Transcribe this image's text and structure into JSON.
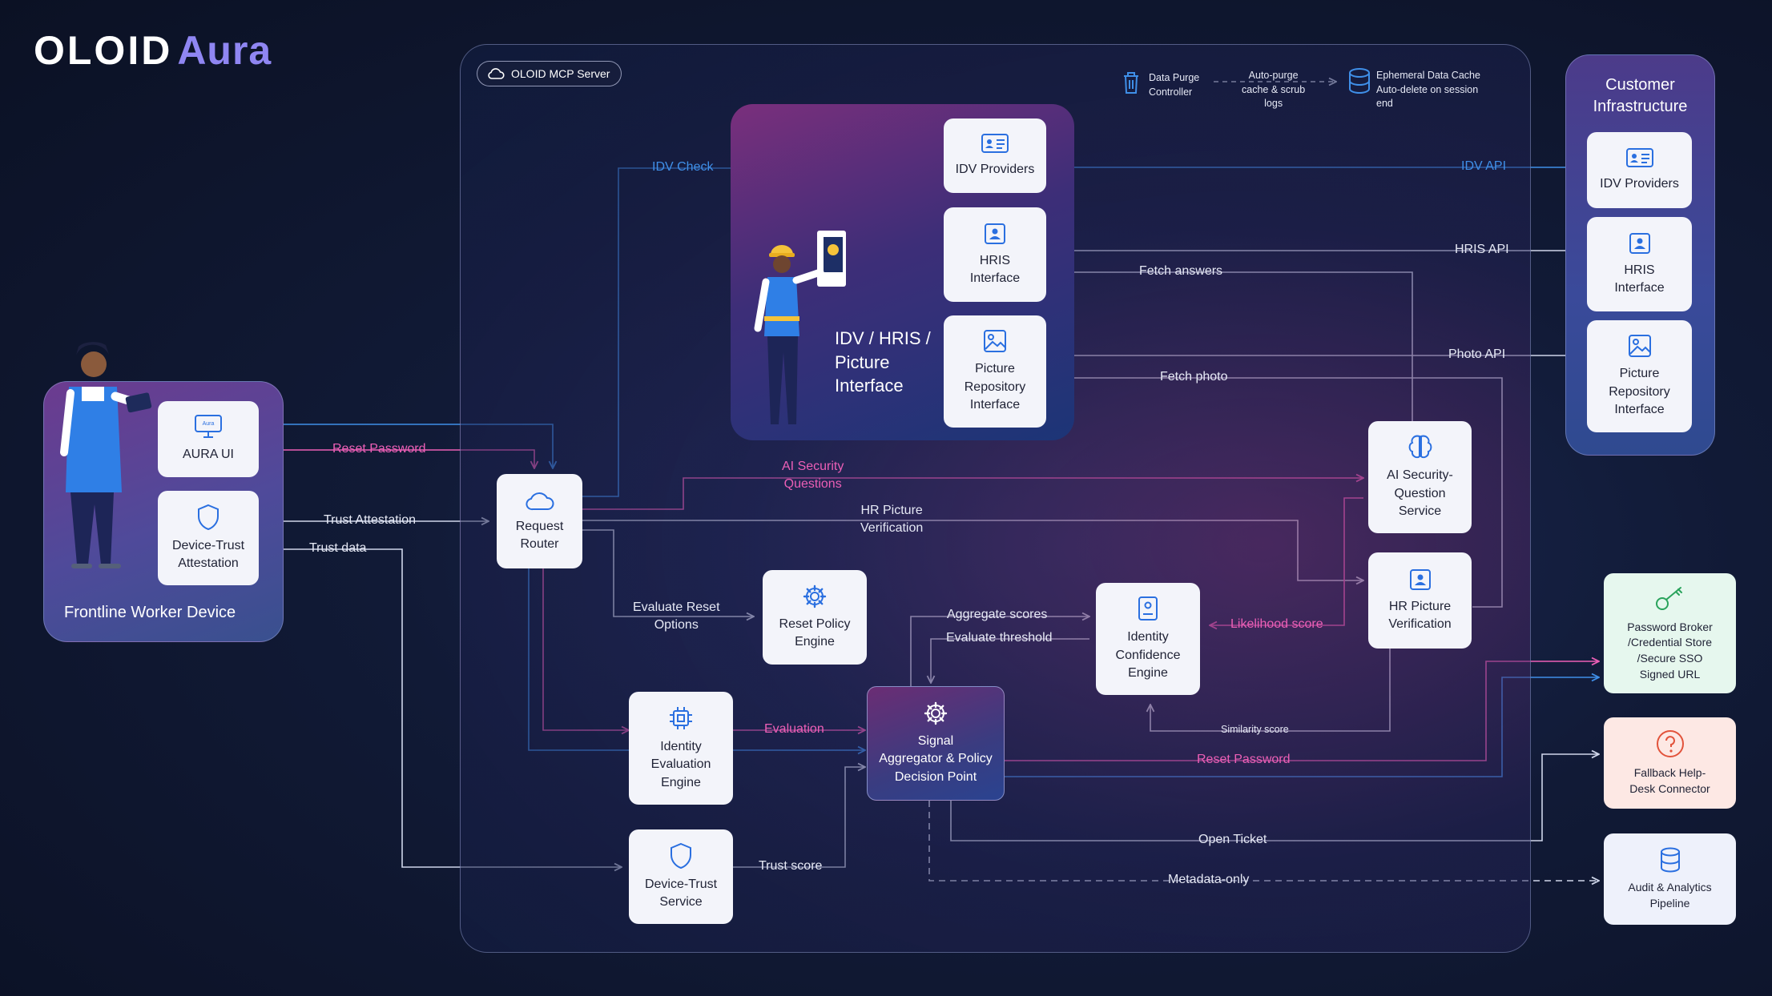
{
  "brand": {
    "logo_main": "OLOID",
    "logo_accent": "Aura"
  },
  "colors": {
    "pink": "#ec5fb6",
    "blue": "#3f8fe8",
    "white": "#cfd6ea",
    "icon": "#2a6fe0"
  },
  "server": {
    "title": "OLOID MCP Server"
  },
  "legend": {
    "purge": "Data Purge\nController",
    "purge_arrow": "Auto-purge\ncache & scrub\nlogs",
    "cache": "Ephemeral Data Cache\nAuto-delete on session\nend"
  },
  "idv_panel": {
    "title": "IDV / HRIS /\nPicture\nInterface"
  },
  "worker_panel": {
    "title": "Frontline Worker Device"
  },
  "customer_panel": {
    "title": "Customer\nInfrastructure"
  },
  "nodes": {
    "aura_ui": "AURA UI",
    "aura_badge": "Aura",
    "device_trust_attestation": "Device-Trust\nAttestation",
    "request_router": "Request\nRouter",
    "idv_providers": "IDV Providers",
    "hris_interface": "HRIS\nInterface",
    "picture_repo": "Picture\nRepository\nInterface",
    "ai_security": "AI Security-\nQuestion\nService",
    "hr_picture": "HR Picture\nVerification",
    "reset_policy": "Reset Policy\nEngine",
    "identity_confidence": "Identity\nConfidence\nEngine",
    "identity_eval": "Identity\nEvaluation\nEngine",
    "signal_aggregator": "Signal\nAggregator & Policy\nDecision Point",
    "device_trust_service": "Device-Trust\nService",
    "cust_idv": "IDV Providers",
    "cust_hris": "HRIS\nInterface",
    "cust_picture": "Picture\nRepository\nInterface",
    "password_broker": "Password Broker\n/Credential Store\n/Secure SSO\nSigned URL",
    "fallback": "Fallback Help-\nDesk Connector",
    "audit": "Audit & Analytics\nPipeline"
  },
  "edges": {
    "reset_password_1": "Reset Password",
    "trust_attestation": "Trust Attestation",
    "trust_data": "Trust data",
    "idv_check": "IDV Check",
    "idv_api": "IDV API",
    "hris_api": "HRIS API",
    "photo_api": "Photo API",
    "fetch_answers": "Fetch answers",
    "fetch_photo": "Fetch photo",
    "ai_questions": "AI Security\nQuestions",
    "hr_verification": "HR Picture\nVerification",
    "evaluate_reset": "Evaluate Reset\nOptions",
    "aggregate_scores": "Aggregate scores",
    "evaluate_threshold": "Evaluate threshold",
    "likelihood": "Likelihood score",
    "similarity": "Similarity score",
    "evaluation": "Evaluation",
    "reset_password_2": "Reset Password",
    "trust_score": "Trust score",
    "open_ticket": "Open Ticket",
    "metadata": "Metadata-only"
  }
}
